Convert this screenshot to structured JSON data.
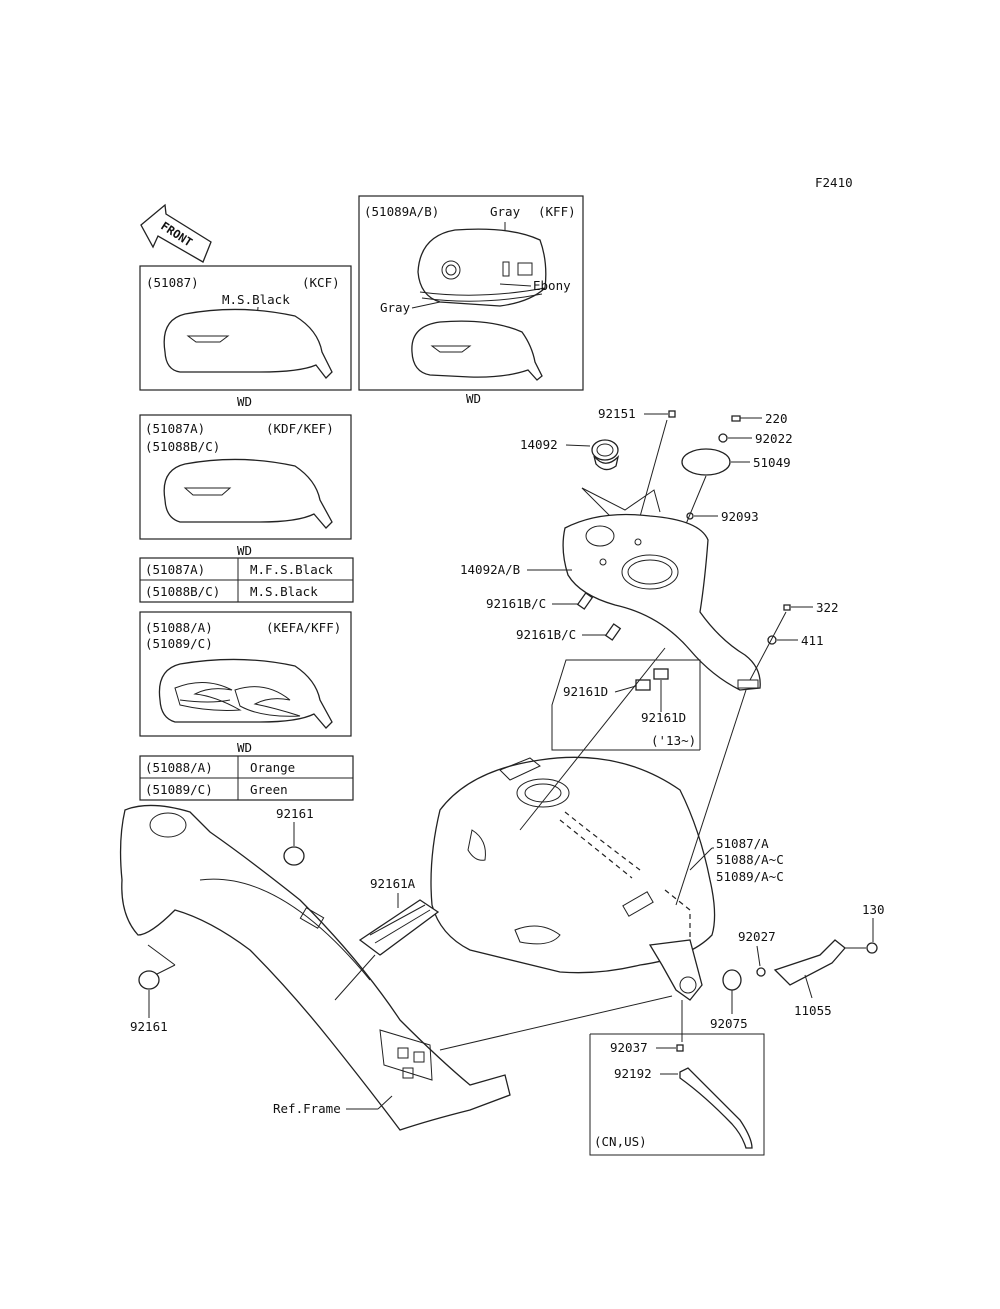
{
  "figure_code": "F2410",
  "front_label": "FRONT",
  "boxes": {
    "kcf": {
      "code": "(51087)",
      "model": "(KCF)",
      "color": "M.S.Black",
      "wd": "WD"
    },
    "kff": {
      "code": "(51089A/B)",
      "model": "(KFF)",
      "gray_top": "Gray",
      "ebony": "Ebony",
      "gray_bottom": "Gray",
      "wd": "WD"
    },
    "kdf": {
      "code1": "(51087A)",
      "code2": "(51088B/C)",
      "model": "(KDF/KEF)",
      "wd": "WD"
    },
    "kefa": {
      "code1": "(51088/A)",
      "code2": "(51089/C)",
      "model": "(KEFA/KFF)",
      "wd": "WD"
    }
  },
  "tables": {
    "kdf_colors": [
      {
        "code": "(51087A)",
        "color": "M.F.S.Black"
      },
      {
        "code": "(51088B/C)",
        "color": "M.S.Black"
      }
    ],
    "kefa_colors": [
      {
        "code": "(51088/A)",
        "color": "Orange"
      },
      {
        "code": "(51089/C)",
        "color": "Green"
      }
    ]
  },
  "parts": {
    "p92151": "92151",
    "p220": "220",
    "p92022": "92022",
    "p14092": "14092",
    "p51049": "51049",
    "p92093": "92093",
    "p14092ab": "14092A/B",
    "p322": "322",
    "p92161bc_1": "92161B/C",
    "p92161bc_2": "92161B/C",
    "p411": "411",
    "p92161d_1": "92161D",
    "p92161d_2": "92161D",
    "p13": "('13~)",
    "p92161_top": "92161",
    "p51087a": "51087/A",
    "p51088ac": "51088/A~C",
    "p51089ac": "51089/A~C",
    "p92161a": "92161A",
    "p130": "130",
    "p92027": "92027",
    "p92161_bottom": "92161",
    "p92075": "92075",
    "p11055": "11055",
    "p92037": "92037",
    "p92192": "92192",
    "cnus": "(CN,US)",
    "ref_frame": "Ref.Frame"
  }
}
